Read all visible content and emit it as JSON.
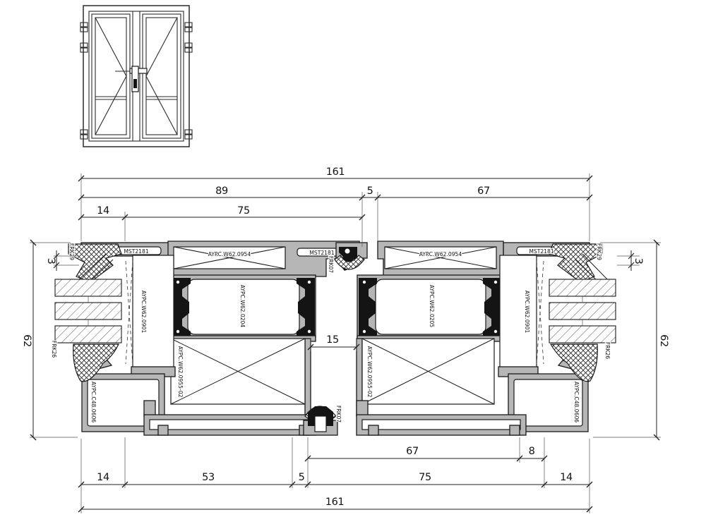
{
  "labels": {
    "frk29": "FRK29",
    "frk26": "FRK26",
    "frk07": "FRK07",
    "mst": "MST2181",
    "sash_top": "AYPC.W62.0954",
    "leaf_left": "AYPC.W62.0204",
    "leaf_right": "AYPC.W62.0205",
    "frame": "AYPC.W62.0901",
    "sash_bottom": "AYPC.W62.0955-02",
    "sill": "AYPC.C48.0606"
  },
  "dimensions": {
    "d161": "161",
    "d89": "89",
    "d75": "75",
    "d67": "67",
    "d53": "53",
    "d62": "62",
    "d15": "15",
    "d14": "14",
    "d8": "8",
    "d5": "5",
    "d3": "3"
  }
}
